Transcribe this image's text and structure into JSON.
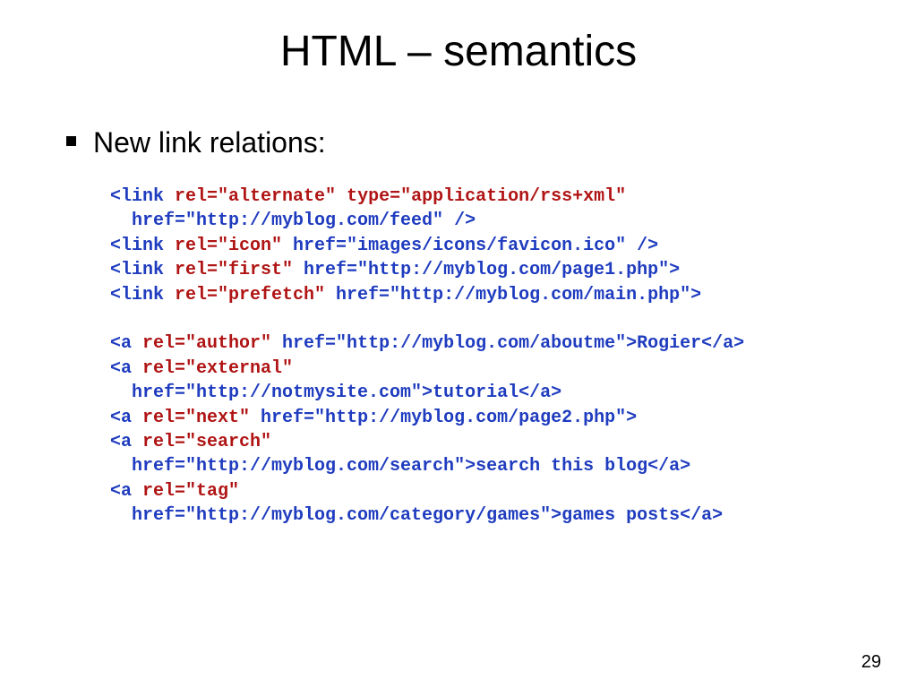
{
  "slide": {
    "title": "HTML – semantics",
    "bullet": "New link relations:",
    "page_number": "29"
  },
  "colors": {
    "tag_blue": "#1f3cbf",
    "attr_red": "#b01414"
  },
  "icons": {
    "bullet": "square-bullet-icon"
  },
  "code_lines": [
    [
      {
        "t": "<link ",
        "c": "blue"
      },
      {
        "t": "rel=\"alternate\"",
        "c": "red"
      },
      {
        "t": " ",
        "c": "blue"
      },
      {
        "t": "type=\"application/rss+xml\"",
        "c": "red"
      }
    ],
    [
      {
        "t": "  href=\"http://myblog.com/feed\" />",
        "c": "blue"
      }
    ],
    [
      {
        "t": "<link ",
        "c": "blue"
      },
      {
        "t": "rel=\"icon\"",
        "c": "red"
      },
      {
        "t": " href=\"images/icons/favicon.ico\" />",
        "c": "blue"
      }
    ],
    [
      {
        "t": "<link ",
        "c": "blue"
      },
      {
        "t": "rel=\"first\"",
        "c": "red"
      },
      {
        "t": " href=\"http://myblog.com/page1.php\">",
        "c": "blue"
      }
    ],
    [
      {
        "t": "<link ",
        "c": "blue"
      },
      {
        "t": "rel=\"prefetch\"",
        "c": "red"
      },
      {
        "t": " href=\"http://myblog.com/main.php\">",
        "c": "blue"
      }
    ],
    [],
    [
      {
        "t": "<a ",
        "c": "blue"
      },
      {
        "t": "rel=\"author\"",
        "c": "red"
      },
      {
        "t": " href=\"http://myblog.com/aboutme\">Rogier</a>",
        "c": "blue"
      }
    ],
    [
      {
        "t": "<a ",
        "c": "blue"
      },
      {
        "t": "rel=\"external\"",
        "c": "red"
      }
    ],
    [
      {
        "t": "  href=\"http://notmysite.com\">tutorial</a>",
        "c": "blue"
      }
    ],
    [
      {
        "t": "<a ",
        "c": "blue"
      },
      {
        "t": "rel=\"next\"",
        "c": "red"
      },
      {
        "t": " href=\"http://myblog.com/page2.php\">",
        "c": "blue"
      }
    ],
    [
      {
        "t": "<a ",
        "c": "blue"
      },
      {
        "t": "rel=\"search\"",
        "c": "red"
      }
    ],
    [
      {
        "t": "  href=\"http://myblog.com/search\">search this blog</a>",
        "c": "blue"
      }
    ],
    [
      {
        "t": "<a ",
        "c": "blue"
      },
      {
        "t": "rel=\"tag\"",
        "c": "red"
      }
    ],
    [
      {
        "t": "  href=\"http://myblog.com/category/games\">games posts</a>",
        "c": "blue"
      }
    ]
  ]
}
